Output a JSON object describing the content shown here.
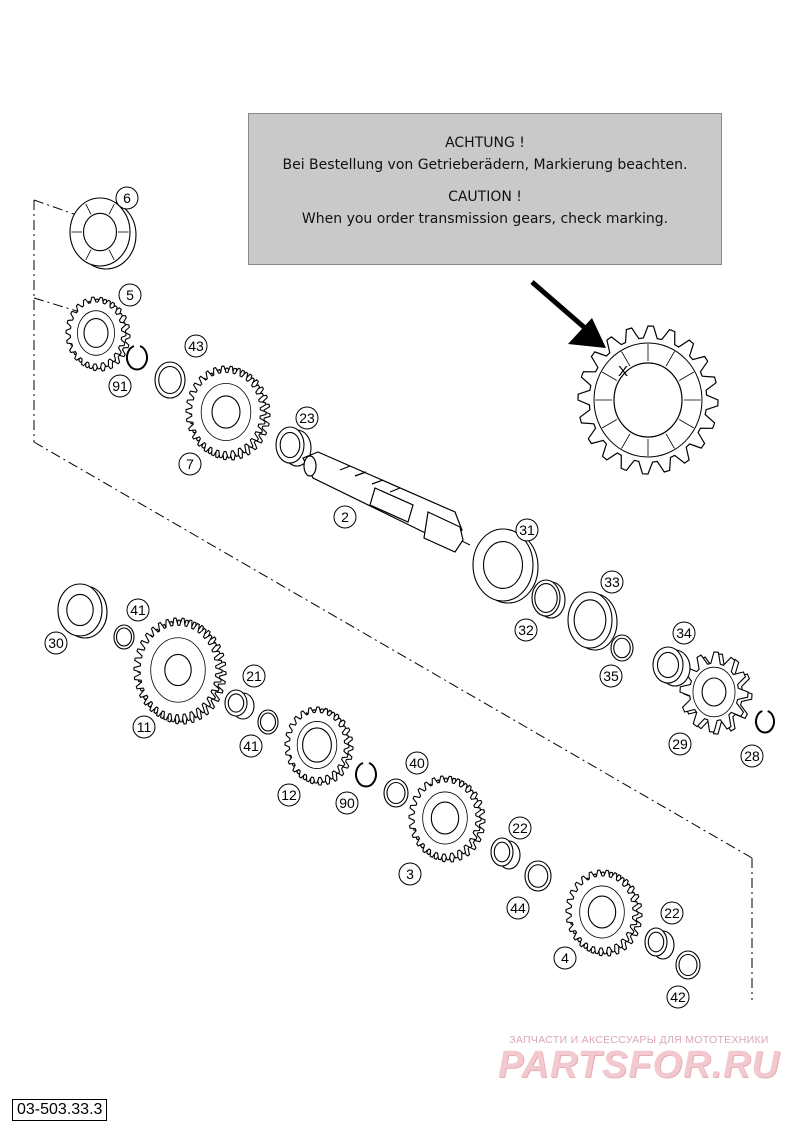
{
  "notice": {
    "de_title": "ACHTUNG !",
    "de_text": "Bei Bestellung von Getrieberädern, Markierung beachten.",
    "en_title": "CAUTION !",
    "en_text": "When you order transmission gears, check marking."
  },
  "detail_marker": "X",
  "part_labels": [
    "6",
    "5",
    "43",
    "91",
    "7",
    "23",
    "2",
    "31",
    "33",
    "32",
    "34",
    "35",
    "30",
    "41",
    "11",
    "21",
    "41",
    "12",
    "40",
    "90",
    "29",
    "28",
    "3",
    "22",
    "44",
    "22",
    "4",
    "42"
  ],
  "document_code": "03-503.33.3",
  "watermark": {
    "tagline": "ЗАПЧАСТИ И АКСЕССУАРЫ ДЛЯ МОТОТЕХНИКИ",
    "brand": "PARTSFOR.RU"
  },
  "colors": {
    "notice_bg": "#c9c9c9",
    "line": "#000000",
    "watermark": "#f2c9cf"
  }
}
